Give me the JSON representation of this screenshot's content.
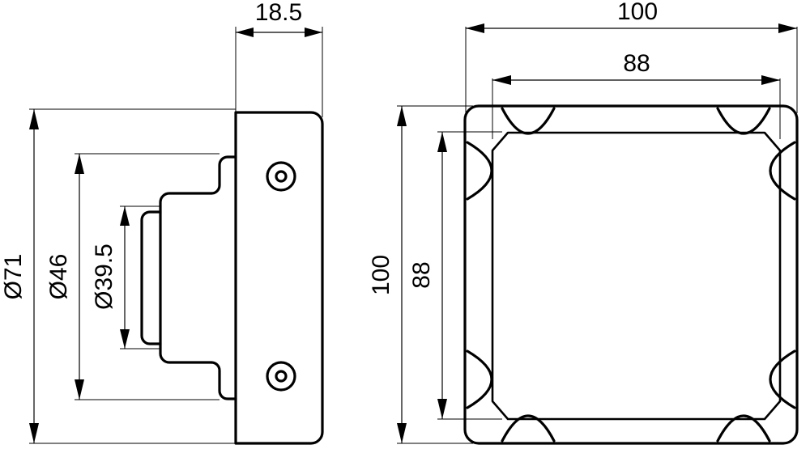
{
  "drawing": {
    "title": "Mechanical part technical drawing - two orthographic views",
    "background_color": "#ffffff",
    "line_color": "#000000",
    "units": "mm",
    "views": [
      {
        "name": "side-section-view",
        "description": "Left side sectional view showing stepped circular boss and mounting flange"
      },
      {
        "name": "front-view",
        "description": "Right front view showing square flange plate with rounded corners and corner notches"
      }
    ]
  },
  "dimensions": {
    "thickness": {
      "label": "18.5",
      "orientation": "horizontal",
      "view": "side-section-view"
    },
    "outer_diameter": {
      "label": "Ø71",
      "orientation": "vertical",
      "view": "side-section-view"
    },
    "mid_diameter": {
      "label": "Ø46",
      "orientation": "vertical",
      "view": "side-section-view"
    },
    "inner_diameter": {
      "label": "Ø39.5",
      "orientation": "vertical",
      "view": "side-section-view"
    },
    "plate_width": {
      "label": "100",
      "orientation": "horizontal",
      "view": "front-view"
    },
    "inner_width": {
      "label": "88",
      "orientation": "horizontal",
      "view": "front-view"
    },
    "plate_height": {
      "label": "100",
      "orientation": "vertical",
      "view": "front-view"
    },
    "inner_height": {
      "label": "88",
      "orientation": "vertical",
      "view": "front-view"
    }
  },
  "features": {
    "mounting_holes": {
      "count": 2,
      "shape": "countersunk-concentric-circle"
    },
    "corner_notches": {
      "count": 8,
      "shape": "arc-cutout"
    }
  }
}
